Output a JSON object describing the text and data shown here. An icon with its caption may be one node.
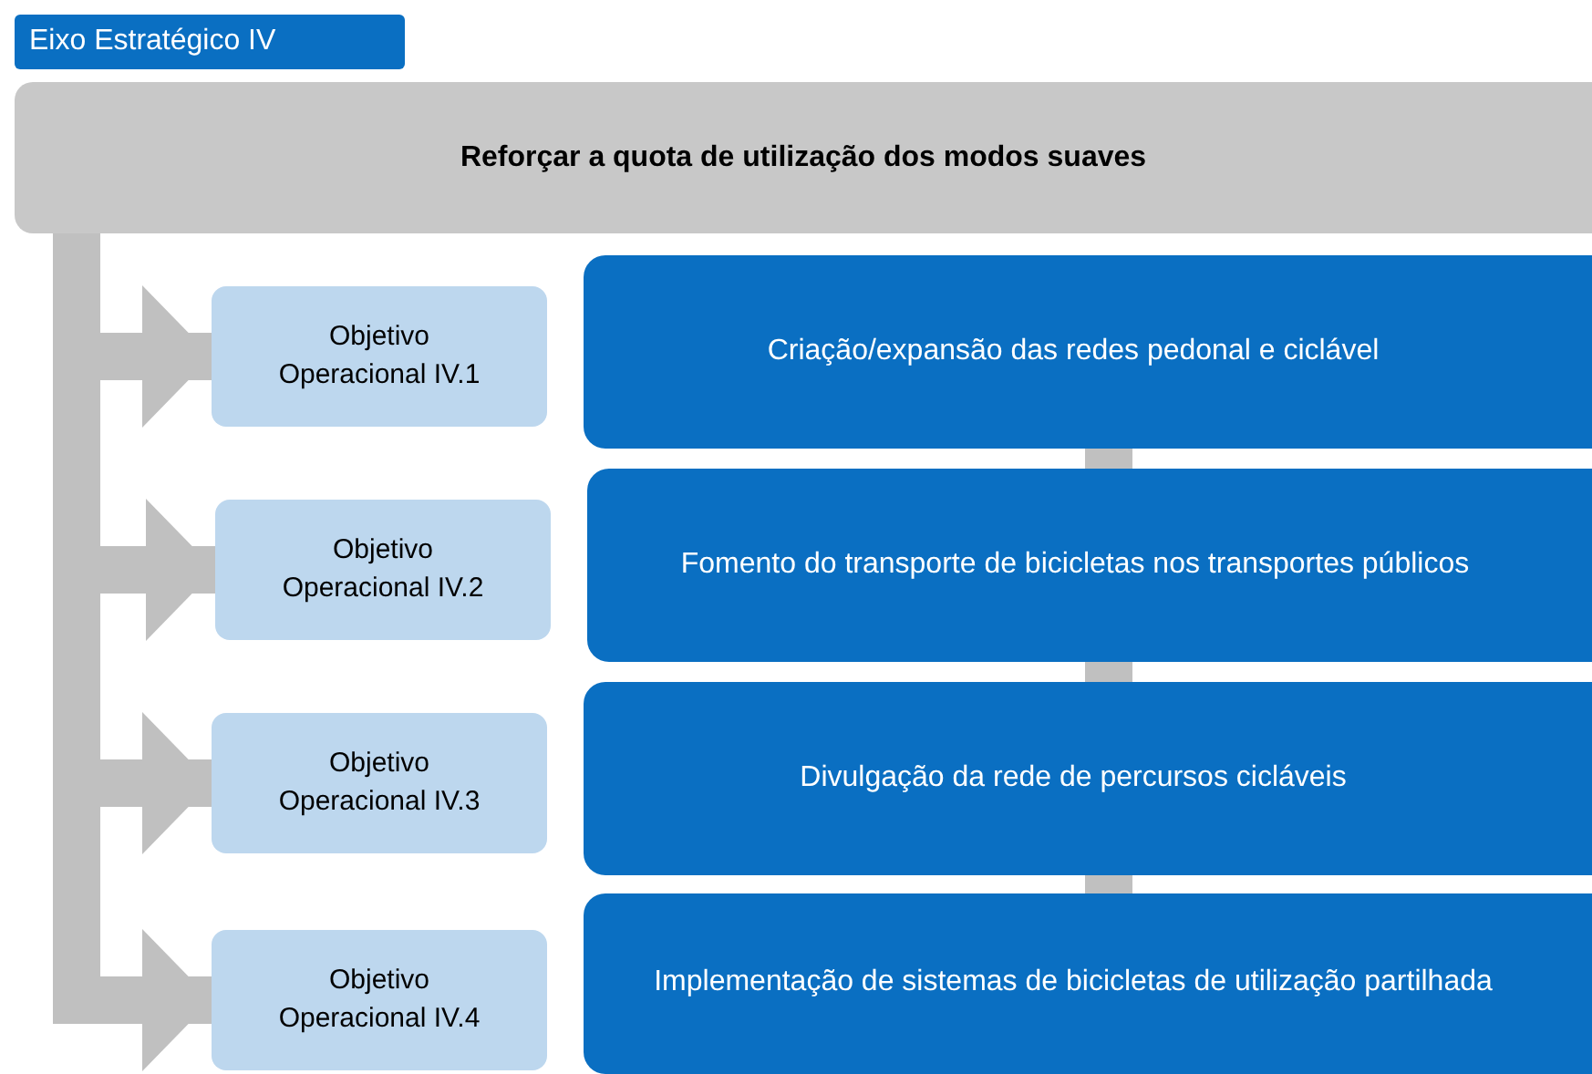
{
  "diagram": {
    "nodes": [
      {
        "text": [
          "Eixo Estratégico IV"
        ]
      },
      {
        "text": [
          "Reforçar a quota de utilização dos modos suaves"
        ]
      },
      {
        "text": [
          "Objetivo Operacional IV.1"
        ]
      },
      {
        "text": [
          "Objetivo Operacional IV.2"
        ]
      },
      {
        "text": [
          "Objetivo Operacional IV.3"
        ]
      },
      {
        "text": [
          "Objetivo Operacional IV.4"
        ]
      },
      {
        "text": [
          "Criação/expansão das redes pedonal e ciclável"
        ]
      },
      {
        "text": [
          "Fomento do transporte de bicicletas nos transportes públicos"
        ]
      },
      {
        "text": [
          "Divulgação da rede de percursos cicláveis"
        ]
      },
      {
        "text": [
          "Implementação de sistemas de bicicletas de utilização partilhada"
        ]
      }
    ],
    "edges": [
      {
        "from": 1,
        "to": 2,
        "arrow": "to"
      },
      {
        "from": 1,
        "to": 3,
        "arrow": "to"
      },
      {
        "from": 1,
        "to": 4,
        "arrow": "to"
      },
      {
        "from": 1,
        "to": 5,
        "arrow": "to"
      },
      {
        "from": 6,
        "to": 7,
        "arrow": "none"
      },
      {
        "from": 7,
        "to": 8,
        "arrow": "none"
      },
      {
        "from": 8,
        "to": 9,
        "arrow": "none"
      }
    ]
  }
}
